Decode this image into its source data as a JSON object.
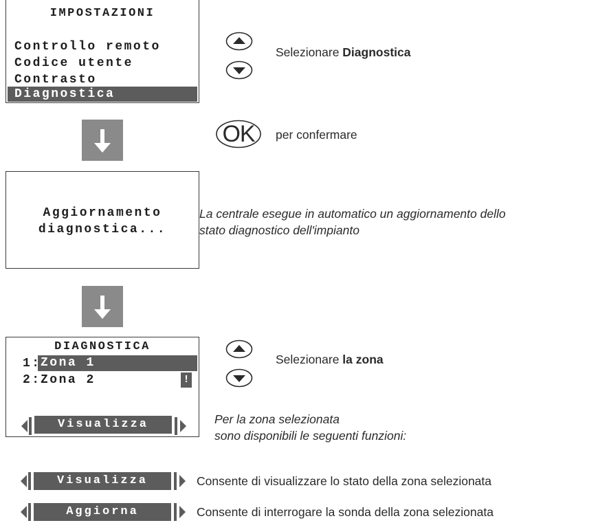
{
  "screen1": {
    "title": "IMPOSTAZIONI",
    "items": [
      "Controllo remoto",
      "Codice utente",
      "Contrasto",
      "Diagnostica"
    ]
  },
  "step1": {
    "instruction_prefix": "Selezionare ",
    "instruction_bold": "Diagnostica"
  },
  "step2": {
    "ok_label": "OK",
    "instruction": "per confermare"
  },
  "screen2": {
    "line1": "Aggiornamento",
    "line2": "diagnostica..."
  },
  "step3": {
    "line1": "La centrale esegue in automatico un aggiornamento dello",
    "line2": "stato diagnostico dell'impianto"
  },
  "screen3": {
    "title": "DIAGNOSTICA",
    "rows": [
      {
        "num": "1:",
        "label": "Zona 1",
        "flag": ""
      },
      {
        "num": "2:",
        "label": "Zona 2",
        "flag": "!"
      }
    ],
    "softkey": "Visualizza"
  },
  "step4": {
    "instruction_prefix": "Selezionare ",
    "instruction_bold": "la zona"
  },
  "step5": {
    "line1": "Per la zona selezionata",
    "line2": "sono disponibili le seguenti funzioni:"
  },
  "functions": [
    {
      "key": "Visualizza",
      "description": "Consente di visualizzare lo stato della zona selezionata"
    },
    {
      "key": "Aggiorna",
      "description": "Consente di interrogare la sonda della zona selezionata"
    }
  ]
}
